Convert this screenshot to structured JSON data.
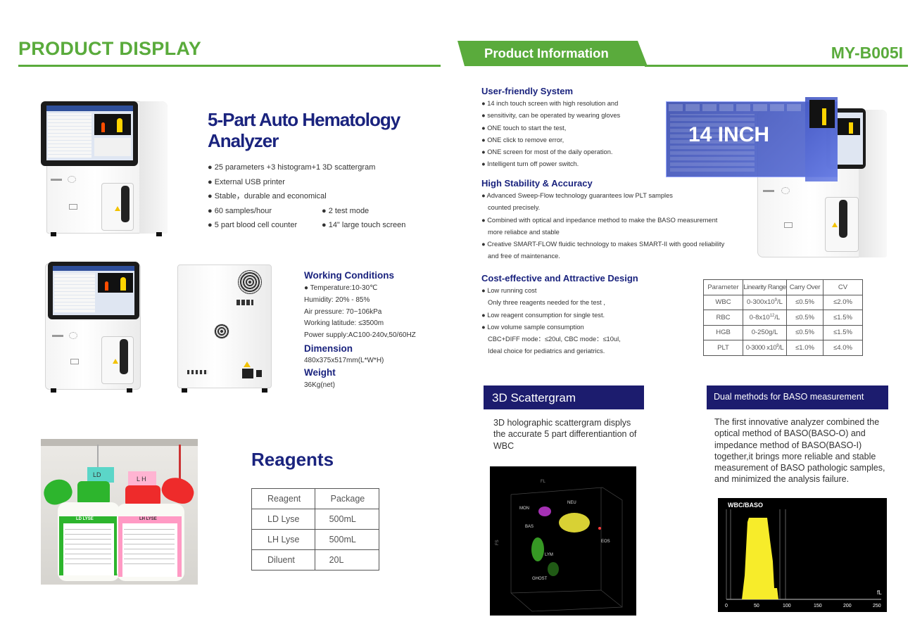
{
  "left": {
    "section_title": "PRODUCT DISPLAY",
    "product_name_line1": "5-Part Auto Hematology",
    "product_name_line2": "Analyzer",
    "features": [
      "● 25 parameters +3 histogram+1 3D scattergram",
      "● External USB printer",
      "● Stable，durable and economical"
    ],
    "features_pairs": [
      [
        "● 60 samples/hour",
        "● 2 test mode"
      ],
      [
        "● 5 part blood cell counter",
        "● 14\" large touch screen"
      ]
    ],
    "working_conditions": {
      "title": "Working Conditions",
      "lines": [
        "● Temperature:10-30℃",
        "Humidity: 20% - 85%",
        "Air pressure: 70~106kPa",
        "Working latitude: ≤3500m",
        "Power supply:AC100-240v,50/60HZ"
      ]
    },
    "dimension": {
      "title": "Dimension",
      "value": "480x375x517mm(L*W*H)"
    },
    "weight": {
      "title": "Weight",
      "value": "36Kg(net)"
    },
    "reagents": {
      "title": "Reagents",
      "header": [
        "Reagent",
        "Package"
      ],
      "rows": [
        [
          "LD Lyse",
          "500mL"
        ],
        [
          "LH Lyse",
          "500mL"
        ],
        [
          "Diluent",
          "20L"
        ]
      ]
    },
    "bottle_labels": {
      "ld_tag": "LD",
      "lh_tag": "L H",
      "ld_label": "LD LYSE",
      "lh_label": "LH LYSE"
    }
  },
  "right": {
    "tab_title": "Product Information",
    "model": "MY-B005I",
    "screen_badge": "14 INCH",
    "user_friendly": {
      "title": "User-friendly System",
      "lines": [
        "● 14 inch touch screen with high resolution and",
        "● sensitivity, can be operated by wearing gloves",
        "● ONE touch to start the test,",
        "● ONE click to remove error,",
        "● ONE screen for most of the daily operation.",
        "● Intelligent turn off power switch."
      ]
    },
    "stability": {
      "title": "High Stability & Accuracy",
      "line1": "● Advanced Sweep-Flow technology guarantees low PLT samples",
      "line2": "counted precisely.",
      "line3": "● Combined with optical and inpedance method to make the BASO measurement",
      "line4": "more reliabce and stable",
      "line5": "● Creative SMART-FLOW fluidic technology to makes SMART-II with good reliability",
      "line6": "and free of  maintenance."
    },
    "cost": {
      "title": "Cost-effective and Attractive Design",
      "line1": "● Low running cost",
      "line2": "Only three reagents needed for the test ,",
      "line3": "● Low reagent consumption for single test.",
      "line4": "● Low volume sample consumption",
      "line5": "CBC+DIFF mode：≤20ul, CBC mode：≤10ul,",
      "line6": "Ideal choice for pediatrics and geriatrics."
    },
    "spec_table": {
      "header": [
        "Parameter",
        "Linearity Range",
        "Carry Over",
        "CV"
      ],
      "rows": [
        {
          "param": "WBC",
          "range_pre": "0-300x10",
          "range_sup": "9",
          "range_post": "/L",
          "carry": "≤0.5%",
          "cv": "≤2.0%"
        },
        {
          "param": "RBC",
          "range_pre": "0-8x10",
          "range_sup": "12",
          "range_post": "/L",
          "carry": "≤0.5%",
          "cv": "≤1.5%"
        },
        {
          "param": "HGB",
          "range_pre": "0-250g/L",
          "range_sup": "",
          "range_post": "",
          "carry": "≤0.5%",
          "cv": "≤1.5%"
        },
        {
          "param": "PLT",
          "range_pre": "0-3000 x10",
          "range_sup": "9",
          "range_post": "/L",
          "carry": "≤1.0%",
          "cv": "≤4.0%"
        }
      ]
    },
    "scatter": {
      "title": "3D Scattergram",
      "desc": "3D holographic scattergram displys the accurate 5 part differentiantion of WBC",
      "labels": {
        "fl": "FL",
        "mon": "MON",
        "neu": "NEU",
        "bas": "BAS",
        "eos": "EOS",
        "lym": "LYM",
        "ghost": "GHOST",
        "fs": "FS"
      }
    },
    "baso": {
      "title": "Dual methods for BASO measurement",
      "desc": "The first innovative analyzer combined the optical method of BASO(BASO-O) and impedance method of BASO(BASO-I) together,it brings more reliable and stable measurement of BASO pathologic samples, and minimized the analysis failure.",
      "chart_title": "WBC/BASO",
      "unit": "fL",
      "ticks": [
        "0",
        "50",
        "100",
        "150",
        "200",
        "250"
      ]
    },
    "colors": {
      "green": "#5aab3c",
      "navy": "#1a237e",
      "box": "#1c1c6e"
    }
  }
}
